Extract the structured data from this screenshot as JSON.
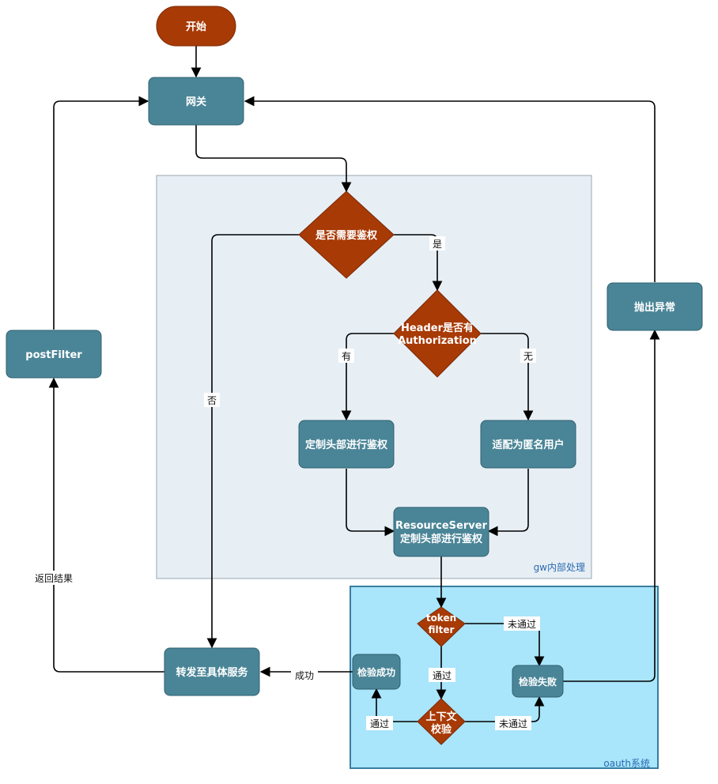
{
  "colors": {
    "terminal": "#a83a06",
    "process": "#4a8597",
    "decision": "#a83a06",
    "gw_group_fill": "#e7eff5",
    "oauth_group_fill": "#a9e5fb",
    "oauth_group_border": "#3a7ea0"
  },
  "groups": {
    "gw": "gw内部处理",
    "oauth": "oauth系统"
  },
  "nodes": {
    "start": "开始",
    "gateway": "网关",
    "need_auth": "是否需要鉴权",
    "has_header_l1": "Header是否有",
    "has_header_l2": "Authorization",
    "custom_header_auth": "定制头部进行鉴权",
    "anonymous_user": "适配为匿名用户",
    "resource_server_l1": "ResourceServer",
    "resource_server_l2": "定制头部进行鉴权",
    "token_filter_l1": "token",
    "token_filter_l2": "filter",
    "context_check_l1": "上下文",
    "context_check_l2": "校验",
    "check_success": "检验成功",
    "check_fail": "检验失败",
    "forward_service": "转发至具体服务",
    "post_filter": "postFilter",
    "throw_exception": "抛出异常"
  },
  "edge_labels": {
    "yes": "是",
    "no": "否",
    "has": "有",
    "none": "无",
    "not_passed_1": "未通过",
    "passed_1": "通过",
    "passed_2": "通过",
    "not_passed_2": "未通过",
    "success": "成功",
    "return_result": "返回结果"
  }
}
